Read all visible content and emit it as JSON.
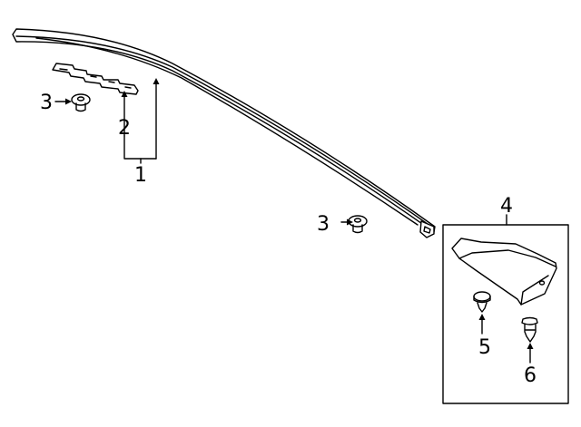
{
  "diagram": {
    "callouts": {
      "part1": "1",
      "part2": "2",
      "part3_left": "3",
      "part3_right": "3",
      "part4": "4",
      "part5": "5",
      "part6": "6"
    },
    "colors": {
      "line": "#000000",
      "fill": "#ffffff"
    }
  }
}
